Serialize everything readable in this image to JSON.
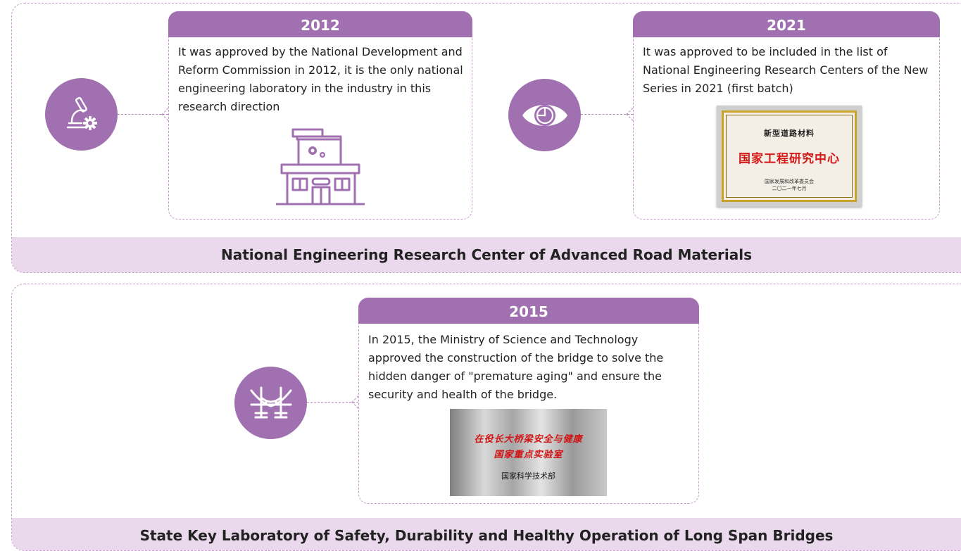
{
  "colors": {
    "accent": "#a070b0",
    "footer_bg": "#ead9ec",
    "dashed_border": "#c79ccc",
    "plaque_red": "#d41818"
  },
  "sections": [
    {
      "title": "National Engineering Research Center of Advanced Road Materials",
      "milestones": [
        {
          "year": "2012",
          "icon": "microscope-gear-icon",
          "text": "It was approved by the National Development and Reform Commission in 2012, it is the only national engineering laboratory in the industry in this research direction",
          "illustration": "laboratory-building-icon"
        },
        {
          "year": "2021",
          "icon": "eye-chart-icon",
          "text": "It was approved to be included in the list of National Engineering Research Centers of the New Series in 2021 (first batch)",
          "plaque": {
            "line1": "新型道路材料",
            "line2": "国家工程研究中心",
            "line3": "国家发展和改革委员会",
            "line4": "二〇二一年七月"
          }
        }
      ]
    },
    {
      "title": "State Key Laboratory of Safety, Durability and Healthy Operation of Long Span Bridges",
      "milestones": [
        {
          "year": "2015",
          "icon": "bridge-icon",
          "text": "In 2015, the Ministry of Science and Technology approved the construction of the bridge to solve the hidden danger of \"premature aging\" and ensure the security and health of the bridge.",
          "plaque": {
            "line1": "在役长大桥梁安全与健康",
            "line2": "国家重点实验室",
            "line3": "国家科学技术部"
          }
        }
      ]
    }
  ]
}
